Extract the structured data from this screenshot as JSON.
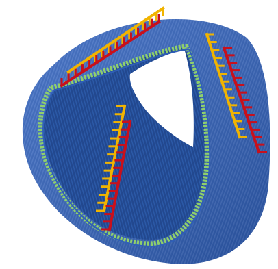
{
  "figure": {
    "subject": "dna-origami-tube-with-strands",
    "colors": {
      "tube_outer": "#2f5fb8",
      "tube_dark": "#1f3f86",
      "tube_light": "#4e7ed2",
      "rim_green": "#8fd06b",
      "strand_orange": "#f1b400",
      "strand_red": "#c8101c",
      "background": "#ffffff"
    },
    "comb_strands": [
      {
        "id": "top-orange",
        "color": "strand_orange",
        "teeth": 15
      },
      {
        "id": "top-red",
        "color": "strand_red",
        "teeth": 15
      },
      {
        "id": "right-orange",
        "color": "strand_orange",
        "teeth": 14
      },
      {
        "id": "right-red",
        "color": "strand_red",
        "teeth": 15
      },
      {
        "id": "front-orange",
        "color": "strand_orange",
        "teeth": 14
      },
      {
        "id": "front-red",
        "color": "strand_red",
        "teeth": 15
      }
    ]
  }
}
